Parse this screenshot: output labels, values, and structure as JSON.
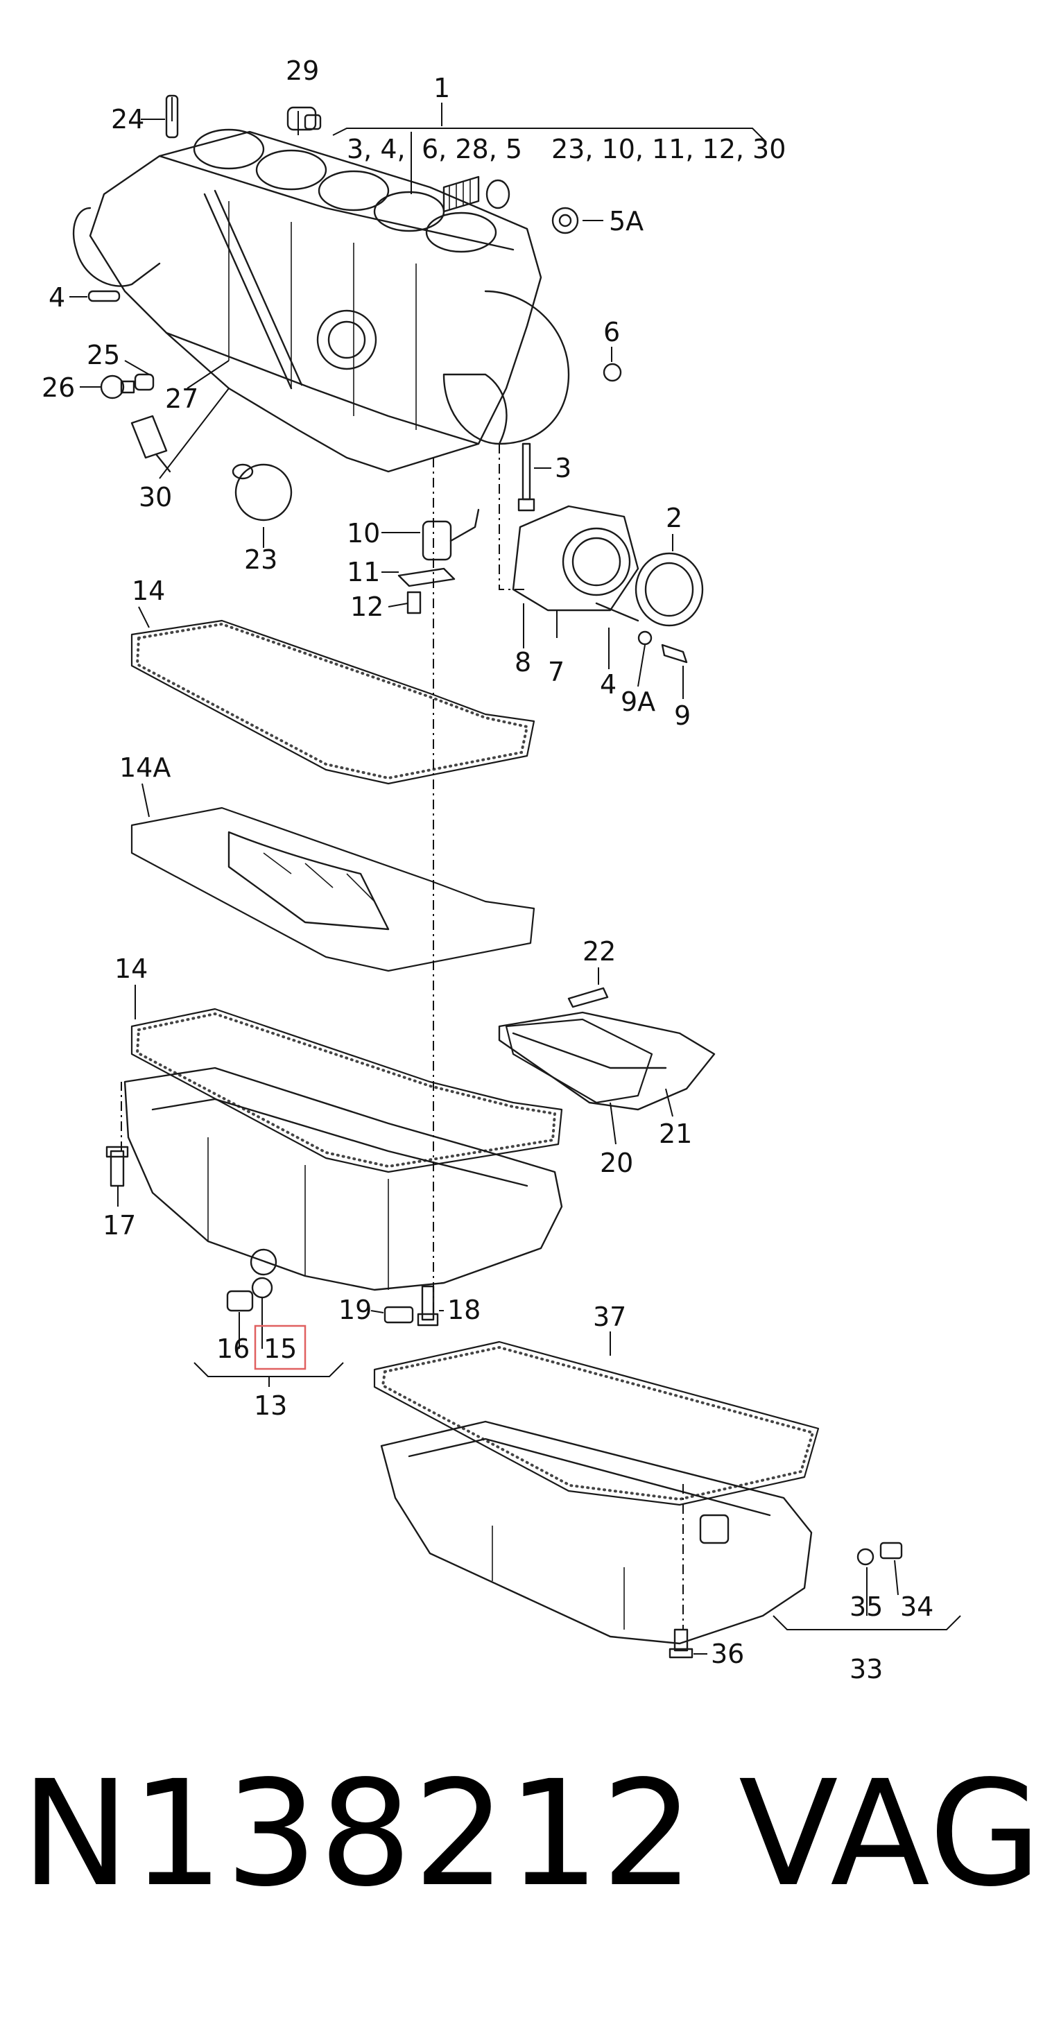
{
  "labels": {
    "l1": "1",
    "l1_list_a": "3, 4,",
    "l1_list_b": "6, 28, 5",
    "l1_list_c": "23, 10, 11, 12, 30",
    "l29": "29",
    "l24": "24",
    "l5A": "5A",
    "l4a": "4",
    "l6": "6",
    "l25": "25",
    "l26": "26",
    "l27": "27",
    "l30": "30",
    "l3": "3",
    "l23": "23",
    "l10": "10",
    "l2": "2",
    "l11": "11",
    "l12": "12",
    "l8": "8",
    "l7": "7",
    "l4b": "4",
    "l9A": "9A",
    "l9": "9",
    "l14a": "14",
    "l14A": "14A",
    "l22": "22",
    "l14b": "14",
    "l21": "21",
    "l20": "20",
    "l17": "17",
    "l19": "19",
    "l18": "18",
    "l16": "16",
    "l15": "15",
    "l13": "13",
    "l37": "37",
    "l35": "35",
    "l34": "34",
    "l36": "36",
    "l33": "33"
  },
  "highlight": {
    "label": "15",
    "color": "#e06060"
  },
  "caption": {
    "part_number": "N138212",
    "brand": "VAG"
  }
}
